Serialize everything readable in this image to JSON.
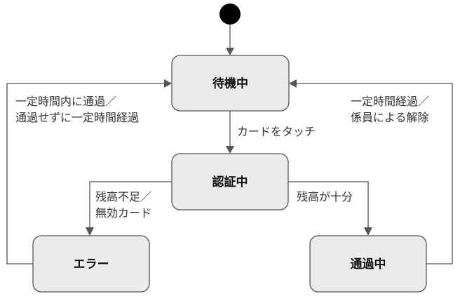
{
  "diagram": {
    "states": {
      "standby": "待機中",
      "authenticating": "認証中",
      "error": "エラー",
      "passing": "通過中"
    },
    "transitions": {
      "touch_card": "カードをタッチ",
      "insufficient_line1": "残高不足／",
      "insufficient_line2": "無効カード",
      "sufficient": "残高が十分",
      "error_return_line1": "一定時間内に通過／",
      "error_return_line2": "通過せずに一定時間経過",
      "pass_return_line1": "一定時間経過／",
      "pass_return_line2": "係員による解除"
    }
  }
}
